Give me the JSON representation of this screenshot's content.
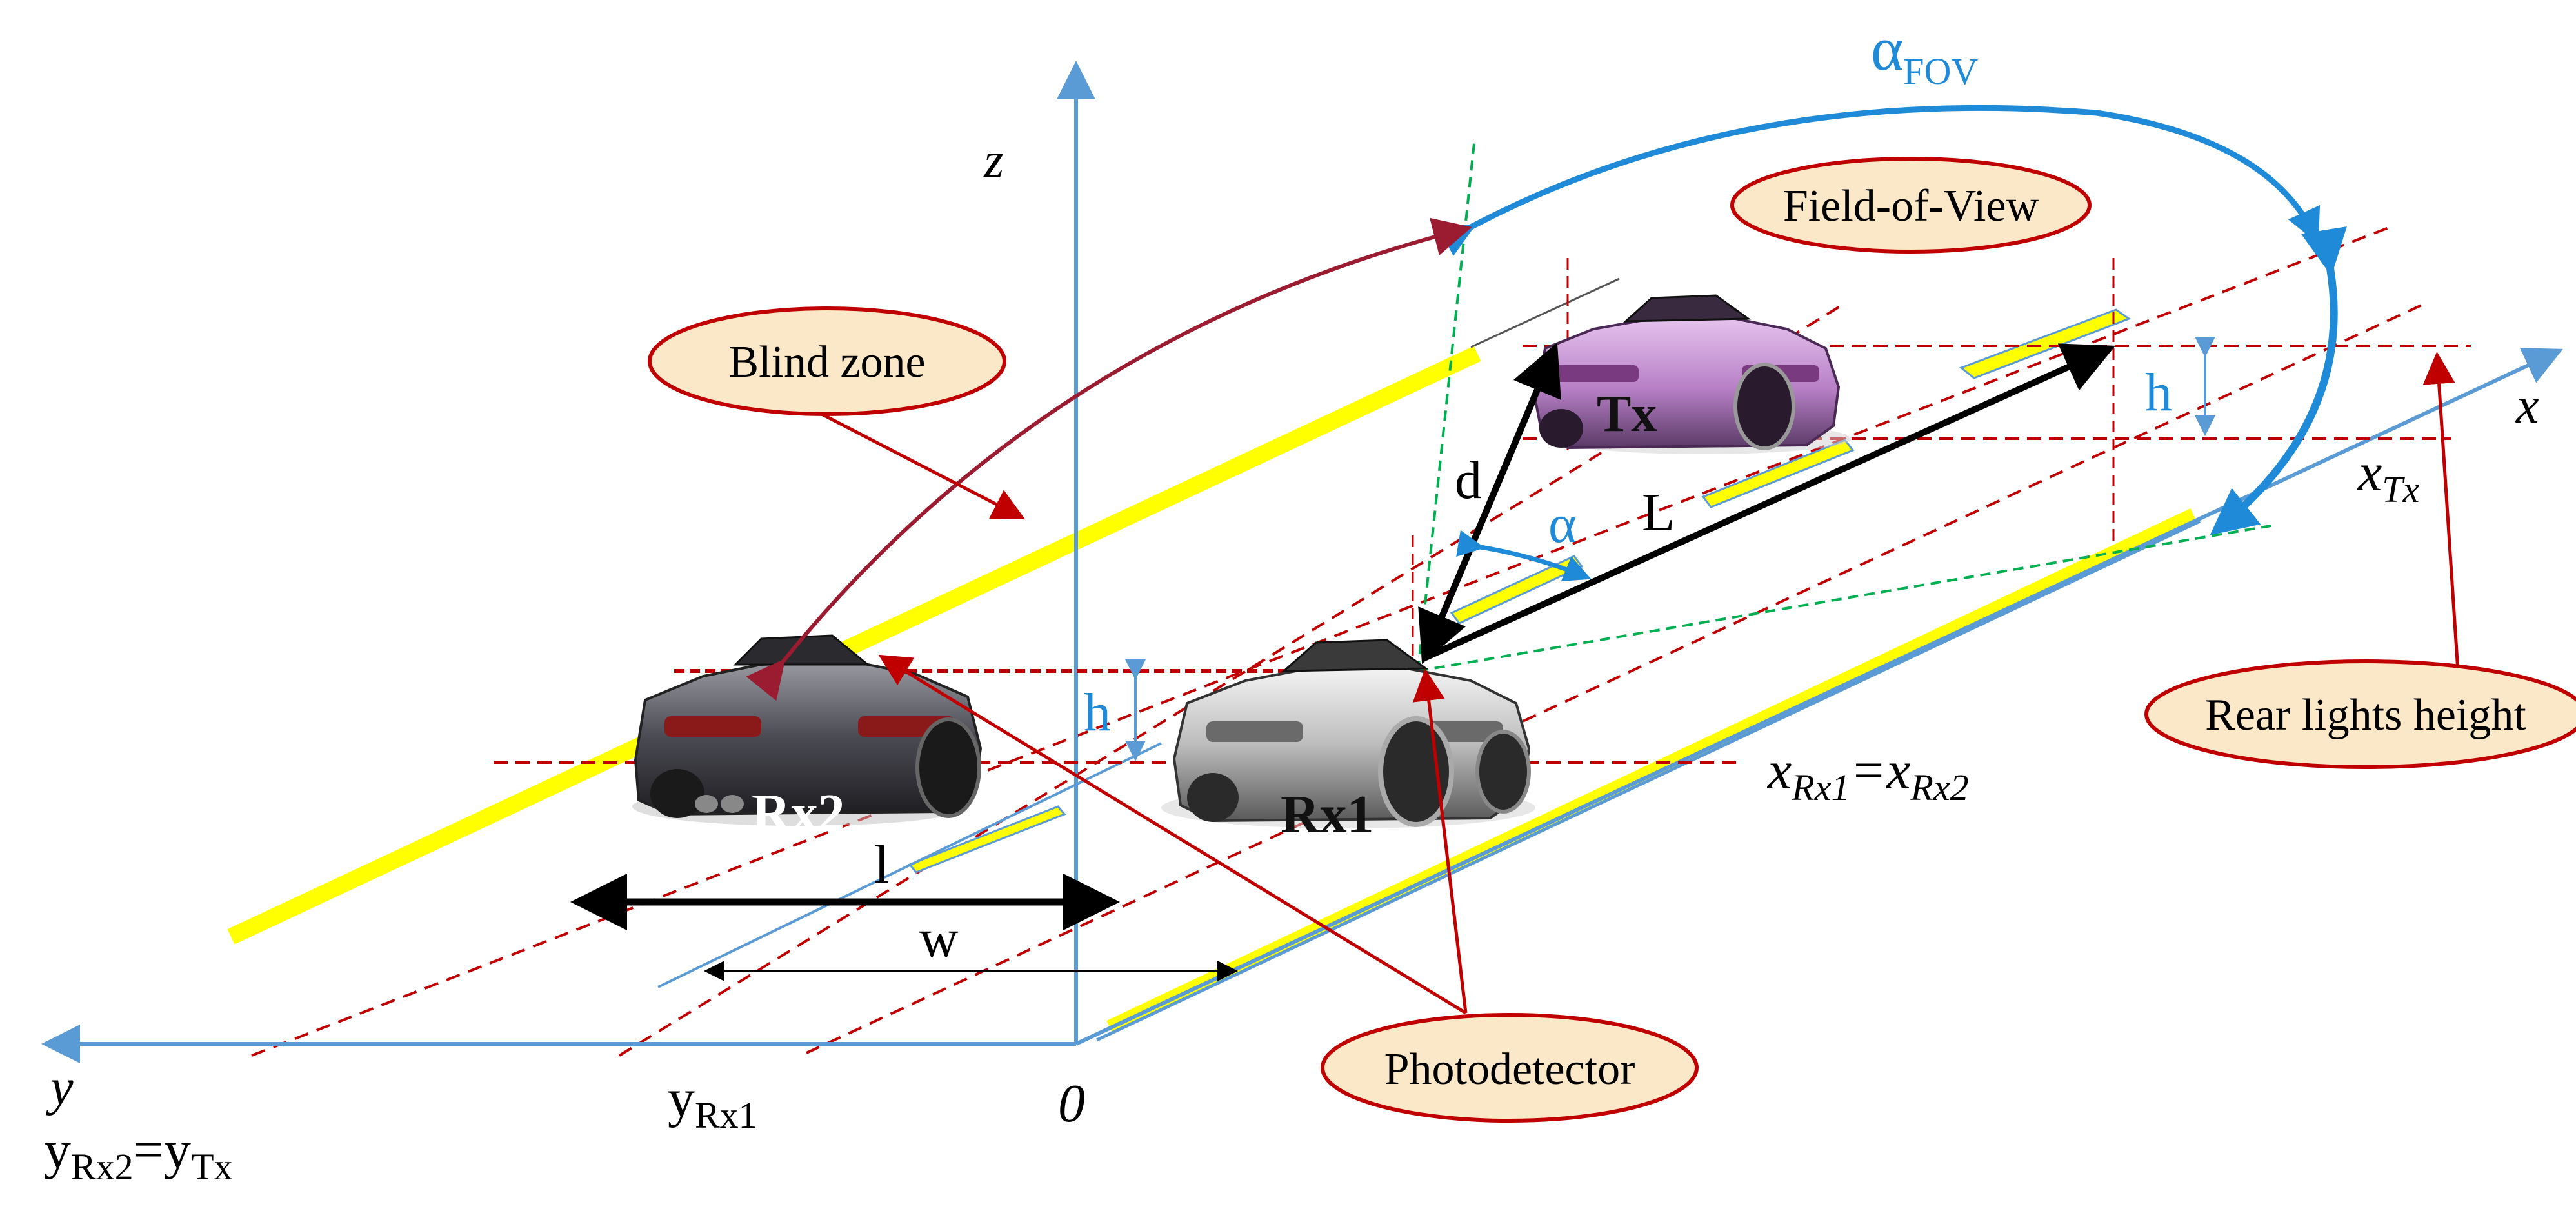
{
  "axes": {
    "z_label": "z",
    "x_label": "x",
    "y_label": "y",
    "origin_label": "0"
  },
  "labels": {
    "alpha_fov": "α",
    "alpha_fov_sub": "FOV",
    "alpha": "α",
    "d": "d",
    "L": "L",
    "h_tx": "h",
    "h_rx": "h",
    "l": "l",
    "w": "w",
    "tx": "Tx",
    "rx1": "Rx1",
    "rx2": "Rx2",
    "x_tx_main": "x",
    "x_tx_sub": "Tx",
    "x_rx_a": "x",
    "x_rx_a_sub": "Rx1",
    "x_rx_eq": "=x",
    "x_rx_b_sub": "Rx2",
    "y_rx1_main": "y",
    "y_rx1_sub": "Rx1",
    "y_rx2_main": "y",
    "y_rx2_sub": "Rx2",
    "y_tx_eq": "=y",
    "y_tx_sub": "Tx"
  },
  "callouts": {
    "field_of_view": "Field-of-View",
    "blind_zone": "Blind zone",
    "rear_lights_height": "Rear lights height",
    "photodetector": "Photodetector"
  },
  "colors": {
    "axis_blue": "#5b9bd5",
    "fov_blue": "#1f8ad8",
    "lane_yellow": "#ffff00",
    "dash_red": "#c00000",
    "callout_fill": "#fbe8c8",
    "callout_stroke": "#c00000",
    "fov_green": "#00b050",
    "blind_arc": "#9b1b30",
    "car_rx": "#5a5a60",
    "car_tx": "#c080d0"
  },
  "icons": [
    "car-rx2-icon",
    "car-rx1-icon",
    "car-tx-icon"
  ]
}
